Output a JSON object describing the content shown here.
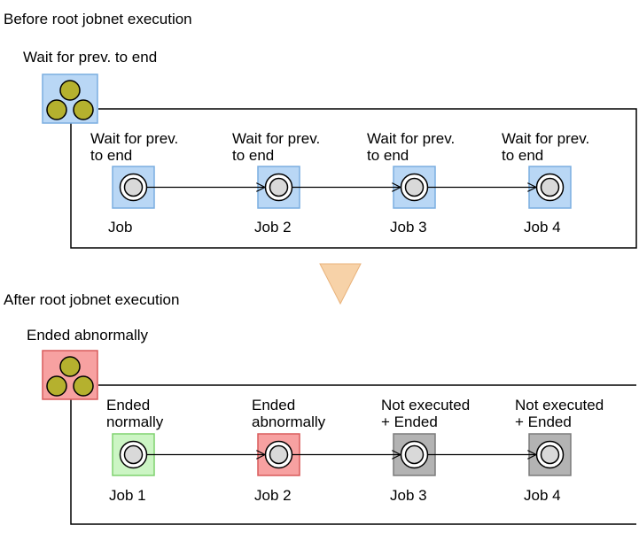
{
  "before": {
    "heading": "Before root jobnet execution",
    "root_status": "Wait for prev. to end",
    "jobs": [
      {
        "status_line1": "Wait for prev.",
        "status_line2": "to end",
        "name": "Job"
      },
      {
        "status_line1": "Wait for prev.",
        "status_line2": "to end",
        "name": "Job 2"
      },
      {
        "status_line1": "Wait for prev.",
        "status_line2": "to end",
        "name": "Job 3"
      },
      {
        "status_line1": "Wait for prev.",
        "status_line2": "to end",
        "name": "Job 4"
      }
    ]
  },
  "after": {
    "heading": "After root jobnet execution",
    "root_status": "Ended abnormally",
    "jobs": [
      {
        "status_line1": "Ended",
        "status_line2": "normally",
        "name": "Job 1"
      },
      {
        "status_line1": "Ended",
        "status_line2": "abnormally",
        "name": "Job 2"
      },
      {
        "status_line1": "Not executed",
        "status_line2": "+ Ended",
        "name": "Job 3"
      },
      {
        "status_line1": "Not executed",
        "status_line2": "+ Ended",
        "name": "Job 4"
      }
    ]
  },
  "colors": {
    "wait_fill": "#b9d7f5",
    "wait_stroke": "#7aaee0",
    "normal_fill": "#ccf5c4",
    "normal_stroke": "#7fd26f",
    "abnormal_fill": "#f7a1a1",
    "abnormal_stroke": "#d85b5b",
    "notexec_fill": "#b3b3b3",
    "notexec_stroke": "#7a7a7a",
    "jobnet_circle": "#b5b12e",
    "arrow_down": "#f7d2a8"
  }
}
